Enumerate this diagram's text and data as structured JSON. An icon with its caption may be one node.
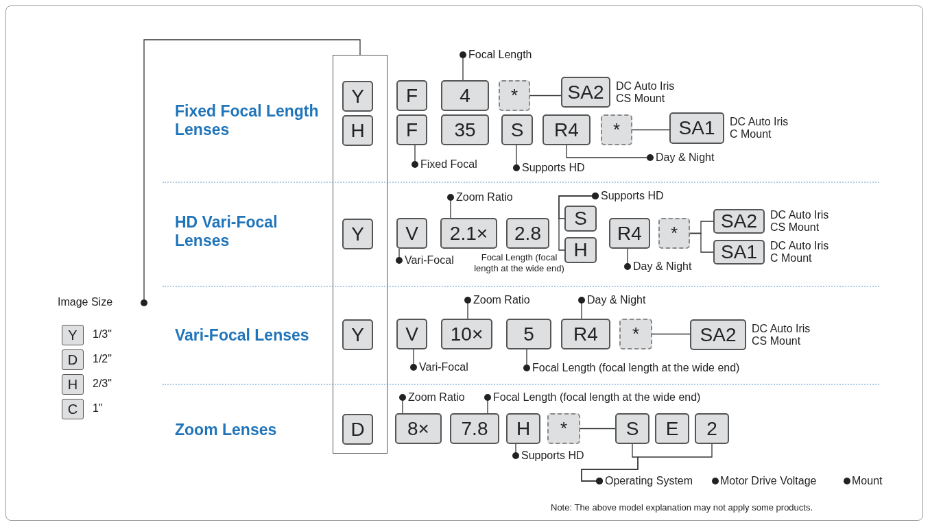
{
  "diagram": {
    "nodes": [
      {
        "text": [],
        "shape": "box"
      },
      {
        "text": [
          "Y"
        ],
        "in": 0
      },
      {
        "text": [
          "F"
        ]
      },
      {
        "text": [
          "4"
        ]
      },
      {
        "text": [
          "*"
        ]
      },
      {
        "text": [
          "SA2"
        ],
        "beside": [
          "DC Auto Iris CS Mount"
        ]
      },
      {
        "text": [
          "H"
        ],
        "in": 0
      },
      {
        "text": [
          "F"
        ]
      },
      {
        "text": [
          "35"
        ]
      },
      {
        "text": [
          "S"
        ]
      },
      {
        "text": [
          "R4"
        ]
      },
      {
        "text": [
          "*"
        ]
      },
      {
        "text": [
          "SA1"
        ],
        "beside": [
          "DC Auto Iris C Mount"
        ]
      },
      {
        "text": [
          "Focal Length"
        ]
      },
      {
        "text": [
          "Fixed Focal"
        ]
      },
      {
        "text": [
          "Supports HD"
        ]
      },
      {
        "text": [
          "Day & Night"
        ]
      },
      {
        "text": [
          "Y"
        ],
        "in": 0
      },
      {
        "text": [
          "V"
        ]
      },
      {
        "text": [
          "2.1×"
        ]
      },
      {
        "text": [
          "2.8"
        ],
        "beside": [
          "Focal Length (focal length at the wide end)"
        ]
      },
      {
        "text": [
          "S"
        ]
      },
      {
        "text": [
          "H"
        ]
      },
      {
        "text": [
          "R4"
        ]
      },
      {
        "text": [
          "*"
        ]
      },
      {
        "text": [
          "SA2"
        ],
        "beside": [
          "DC Auto Iris CS Mount"
        ]
      },
      {
        "text": [
          "SA1"
        ],
        "beside": [
          "DC Auto Iris C Mount"
        ]
      },
      {
        "text": [
          "Zoom Ratio"
        ]
      },
      {
        "text": [
          "Supports HD"
        ]
      },
      {
        "text": [
          "Vari-Focal"
        ]
      },
      {
        "text": [
          "Day & Night"
        ]
      },
      {
        "text": [
          "Y"
        ],
        "in": 0
      },
      {
        "text": [
          "V"
        ]
      },
      {
        "text": [
          "10×"
        ]
      },
      {
        "text": [
          "5"
        ]
      },
      {
        "text": [
          "R4"
        ]
      },
      {
        "text": [
          "*"
        ]
      },
      {
        "text": [
          "SA2"
        ],
        "beside": [
          "DC Auto Iris CS Mount"
        ]
      },
      {
        "text": [
          "Zoom Ratio"
        ]
      },
      {
        "text": [
          "Day & Night"
        ]
      },
      {
        "text": [
          "Vari-Focal"
        ]
      },
      {
        "text": [
          "Focal Length (focal length at the wide end)"
        ]
      },
      {
        "text": [
          "D"
        ],
        "in": 0
      },
      {
        "text": [
          "8×"
        ]
      },
      {
        "text": [
          "7.8"
        ]
      },
      {
        "text": [
          "H"
        ]
      },
      {
        "text": [
          "*"
        ]
      },
      {
        "text": [
          "S"
        ]
      },
      {
        "text": [
          "E"
        ]
      },
      {
        "text": [
          "2"
        ]
      },
      {
        "text": [
          "Zoom Ratio"
        ]
      },
      {
        "text": [
          "Focal Length (focal length at the wide end)"
        ]
      },
      {
        "text": [
          "Supports HD"
        ]
      },
      {
        "text": [
          "Operating System"
        ]
      },
      {
        "text": [
          "Image Size"
        ]
      },
      {
        "text": [
          "Y"
        ],
        "beside": [
          "1/3\""
        ]
      },
      {
        "text": [
          "D"
        ],
        "beside": [
          "1/2\""
        ]
      },
      {
        "text": [
          "H"
        ],
        "beside": [
          "2/3\""
        ]
      },
      {
        "text": [
          "C"
        ],
        "beside": [
          "1\""
        ]
      }
    ],
    "edges": [
      {
        "from": 13,
        "to": 3,
        "arrow": "other"
      },
      {
        "from": 14,
        "to": 7,
        "arrow": "other"
      },
      {
        "from": 15,
        "to": 9,
        "arrow": "other"
      },
      {
        "from": 16,
        "to": 10,
        "arrow": "other"
      },
      {
        "from": 4,
        "to": 5,
        "arrow": "none"
      },
      {
        "from": 11,
        "to": 12,
        "arrow": "none"
      },
      {
        "from": 27,
        "to": 19,
        "arrow": "other"
      },
      {
        "from": 28,
        "to": 21,
        "arrow": "other"
      },
      {
        "from": 28,
        "to": 22,
        "arrow": "other"
      },
      {
        "from": 29,
        "to": 18,
        "arrow": "other"
      },
      {
        "from": 30,
        "to": 23,
        "arrow": "other"
      },
      {
        "from": 24,
        "to": 25,
        "arrow": "none"
      },
      {
        "from": 24,
        "to": 26,
        "arrow": "none"
      },
      {
        "from": 38,
        "to": 33,
        "arrow": "other"
      },
      {
        "from": 39,
        "to": 35,
        "arrow": "other"
      },
      {
        "from": 40,
        "to": 32,
        "arrow": "other"
      },
      {
        "from": 41,
        "to": 34,
        "arrow": "other"
      },
      {
        "from": 36,
        "to": 37,
        "arrow": "none"
      },
      {
        "from": 50,
        "to": 43,
        "arrow": "other"
      },
      {
        "from": 51,
        "to": 44,
        "arrow": "other"
      },
      {
        "from": 52,
        "to": 45,
        "arrow": "other"
      },
      {
        "from": 46,
        "to": 47,
        "arrow": "none"
      },
      {
        "from": 53,
        "to": 47,
        "arrow": "other"
      },
      {
        "from": 53,
        "to": 49,
        "arrow": "other"
      },
      {
        "from": 54,
        "to": 0,
        "arrow": "other"
      }
    ],
    "labels": [
      "Fixed Focal Length Lenses",
      "HD Vari-Focal Lenses",
      "Vari-Focal Lenses",
      "Zoom Lenses",
      "Motor Drive Voltage",
      "Mount",
      "Note: The above model explanation may not apply some products."
    ]
  }
}
